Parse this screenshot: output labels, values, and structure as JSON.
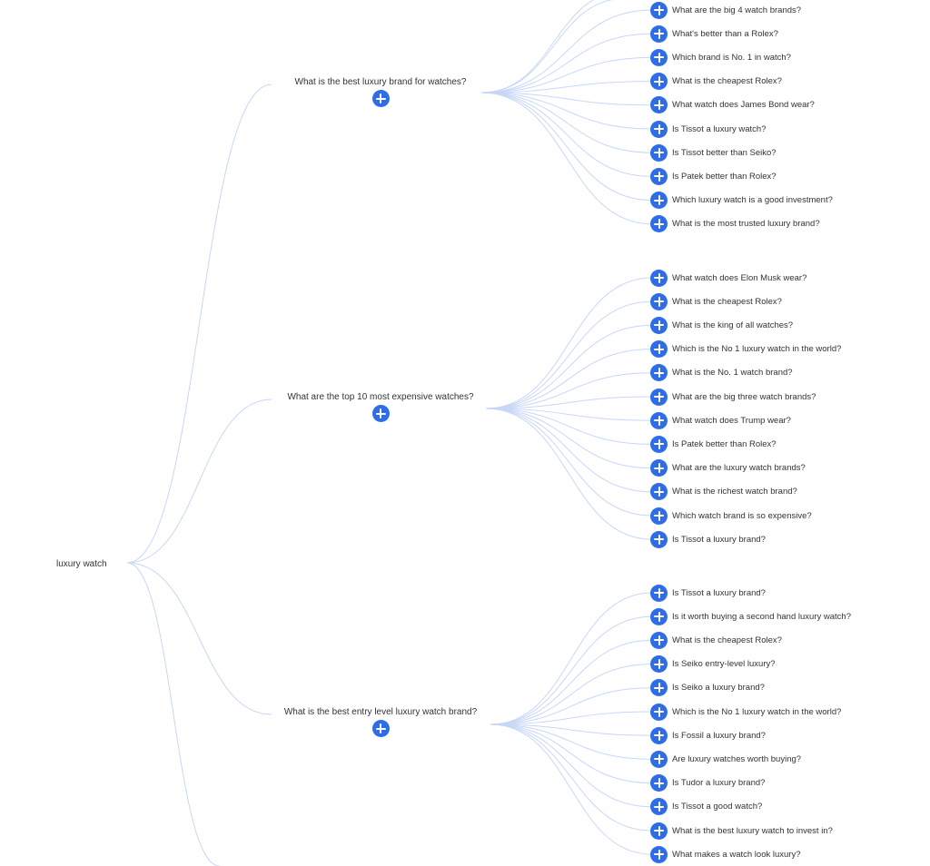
{
  "root": {
    "label": "luxury watch"
  },
  "groups": [
    {
      "label": "What is the best luxury brand for watches?",
      "leaves": [
        "What are the big 4 watch brands?",
        "What's better than a Rolex?",
        "Which brand is No. 1 in watch?",
        "What is the cheapest Rolex?",
        "What watch does James Bond wear?",
        "Is Tissot a luxury watch?",
        "Is Tissot better than Seiko?",
        "Is Patek better than Rolex?",
        "Which luxury watch is a good investment?",
        "What is the most trusted luxury brand?"
      ]
    },
    {
      "label": "What are the top 10 most expensive watches?",
      "leaves": [
        "What watch does Elon Musk wear?",
        "What is the cheapest Rolex?",
        "What is the king of all watches?",
        "Which is the No 1 luxury watch in the world?",
        "What is the No. 1 watch brand?",
        "What are the big three watch brands?",
        "What watch does Trump wear?",
        "Is Patek better than Rolex?",
        "What are the luxury watch brands?",
        "What is the richest watch brand?",
        "Which watch brand is so expensive?",
        "Is Tissot a luxury brand?"
      ]
    },
    {
      "label": "What is the best entry level luxury watch brand?",
      "leaves": [
        "Is Tissot a luxury brand?",
        "Is it worth buying a second hand luxury watch?",
        "What is the cheapest Rolex?",
        "Is Seiko entry-level luxury?",
        "Is Seiko a luxury brand?",
        "Which is the No 1 luxury watch in the world?",
        "Is Fossil a luxury brand?",
        "Are luxury watches worth buying?",
        "Is Tudor a luxury brand?",
        "Is Tissot a good watch?",
        "What is the best luxury watch to invest in?",
        "What makes a watch look luxury?"
      ]
    }
  ],
  "colors": {
    "accent": "#2f6de8",
    "link": "#c7d7f6"
  },
  "icons": {
    "expand": "plus-circle-icon"
  }
}
